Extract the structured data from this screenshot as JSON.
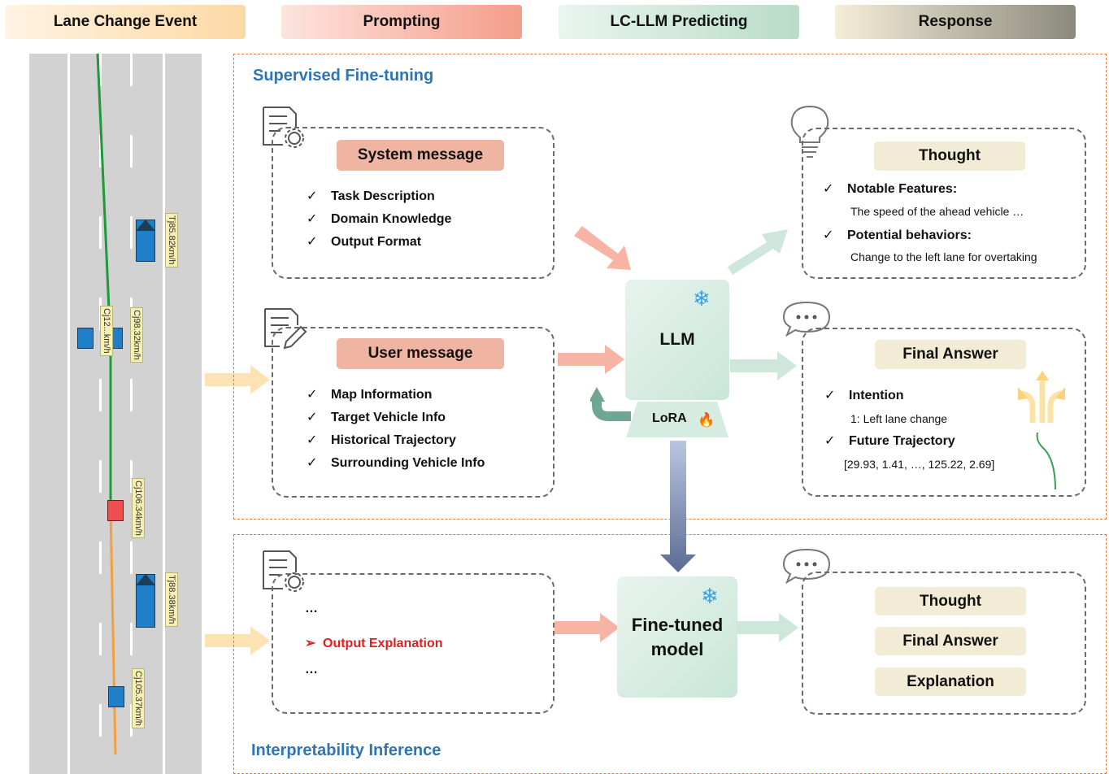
{
  "header": {
    "stages": [
      "Lane Change Event",
      "Prompting",
      "LC-LLM Predicting",
      "Response"
    ]
  },
  "road": {
    "vehicles": [
      "Tj85.82km/h",
      "Cj98.32km/h",
      "Cj12...km/h",
      "Cj106.34km/h",
      "Tj88.38km/h",
      "Cj105.37km/h"
    ]
  },
  "sft": {
    "title": "Supervised Fine-tuning",
    "system_message": {
      "title": "System message",
      "items": [
        "Task Description",
        "Domain Knowledge",
        "Output Format"
      ]
    },
    "user_message": {
      "title": "User message",
      "items": [
        "Map Information",
        "Target Vehicle Info",
        "Historical Trajectory",
        "Surrounding Vehicle Info"
      ]
    },
    "llm_label": "LLM",
    "lora_label": "LoRA",
    "thought": {
      "title": "Thought",
      "items": [
        {
          "label": "Notable Features:",
          "detail": "The speed of the ahead vehicle …"
        },
        {
          "label": "Potential behaviors:",
          "detail": "Change to the left lane for overtaking"
        }
      ]
    },
    "final_answer": {
      "title": "Final Answer",
      "items": [
        {
          "label": "Intention",
          "detail": "1: Left lane change"
        },
        {
          "label": "Future Trajectory",
          "detail": "[29.93, 1.41, …, 125.22, 2.69]"
        }
      ]
    }
  },
  "inference": {
    "title": "Interpretability Inference",
    "prompt_lines": [
      "…",
      "Output Explanation",
      "…"
    ],
    "model_label_line1": "Fine-tuned",
    "model_label_line2": "model",
    "responses": [
      "Thought",
      "Final Answer",
      "Explanation"
    ]
  },
  "colors": {
    "accent_blue": "#2e75b6",
    "section_border": "#d97b3a",
    "highlight_red": "#e02020",
    "lane_green": "#1e9a3a",
    "lane_orange": "#f0a040"
  }
}
